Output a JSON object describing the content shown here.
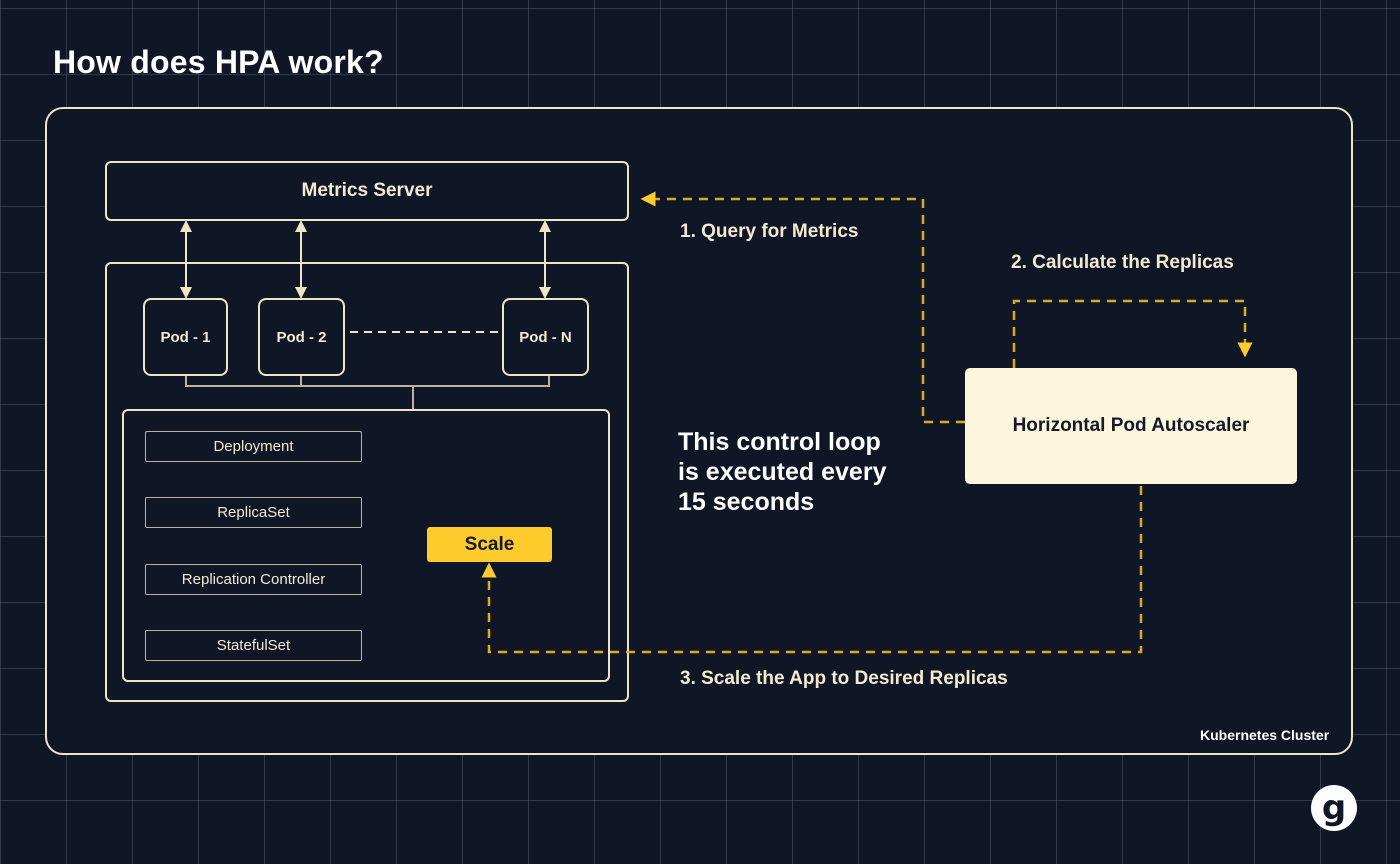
{
  "title": "How does HPA work?",
  "cluster_label": "Kubernetes Cluster",
  "metrics_server": "Metrics Server",
  "pods": [
    "Pod - 1",
    "Pod - 2",
    "Pod - N"
  ],
  "resources": [
    "Deployment",
    "ReplicaSet",
    "Replication Controller",
    "StatefulSet"
  ],
  "scale": "Scale",
  "hpa": "Horizontal Pod Autoscaler",
  "steps": {
    "query": "1. Query for Metrics",
    "calculate": "2. Calculate the Replicas",
    "scale_app": "3. Scale the App to Desired Replicas"
  },
  "control_loop": [
    "This control loop",
    "is executed every",
    "15 seconds"
  ],
  "logo_letter": "g",
  "colors": {
    "background": "#0f1626",
    "outline": "#efe5c4",
    "accent": "#fecb2d",
    "hpa_fill": "#fef6dc",
    "dashed_arrow": "#d9a928"
  }
}
